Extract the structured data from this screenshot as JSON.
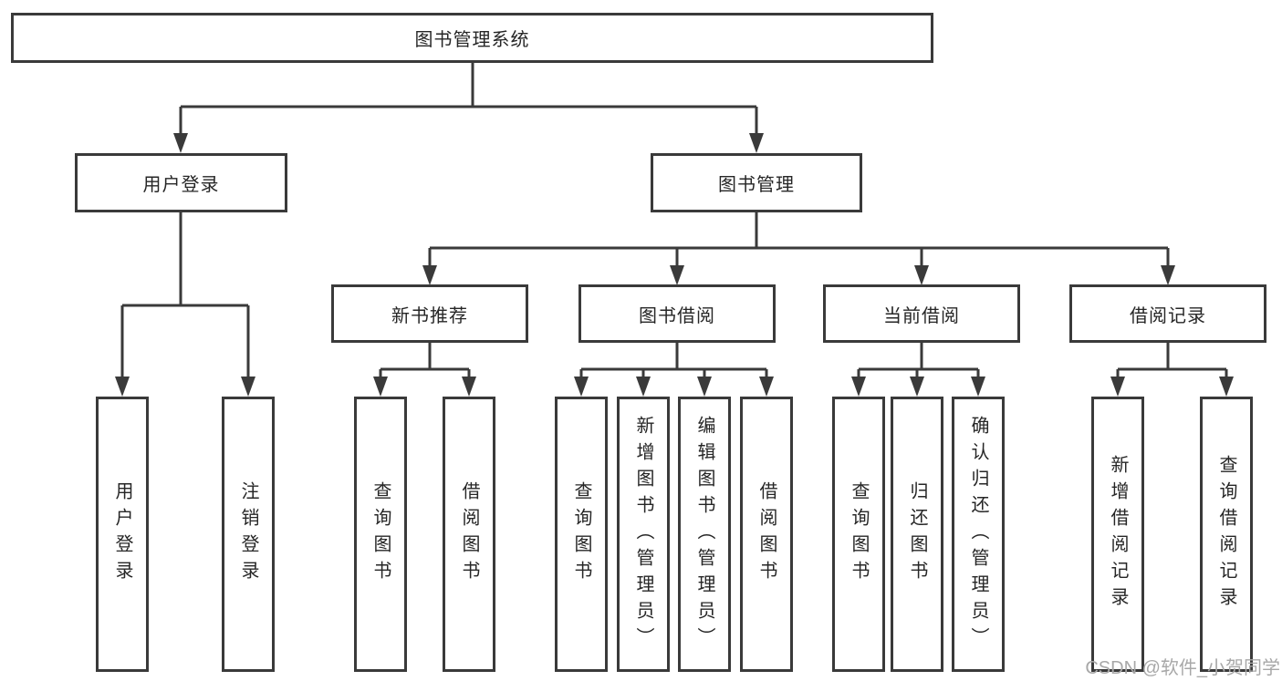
{
  "tree": {
    "root": "图书管理系统",
    "login": "用户登录",
    "manage": "图书管理",
    "login_children": [
      "用户登录",
      "注销登录"
    ],
    "manage_children": [
      "新书推荐",
      "图书借阅",
      "当前借阅",
      "借阅记录"
    ],
    "recommend_children": [
      "查询图书",
      "借阅图书"
    ],
    "borrow_children": [
      "查询图书",
      "新增图书（管理员）",
      "编辑图书（管理员）",
      "借阅图书"
    ],
    "current_children": [
      "查询图书",
      "归还图书",
      "确认归还（管理员）"
    ],
    "record_children": [
      "新增借阅记录",
      "查询借阅记录"
    ]
  },
  "watermark": "CSDN @软件_小贺同学",
  "colors": {
    "line": "#3a3a3a",
    "text": "#262626",
    "box_fill": "#ffffff",
    "watermark": "#a8a8a8",
    "background": "#ffffff"
  }
}
